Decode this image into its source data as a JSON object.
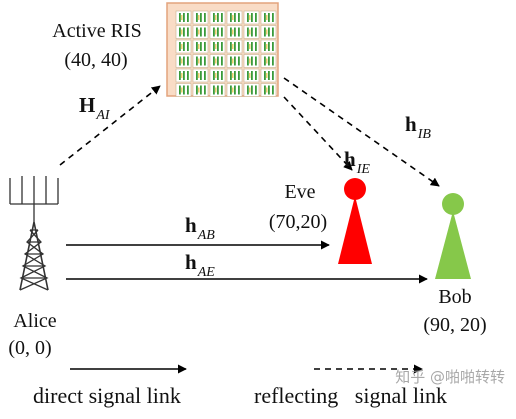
{
  "ris": {
    "label": "Active RIS",
    "coords": "(40, 40)",
    "rows": 6,
    "cols": 6,
    "fill": "#f9dcc6",
    "border": "#e3a37d"
  },
  "alice": {
    "label": "Alice",
    "coords": "(0, 0)"
  },
  "eve": {
    "label": "Eve",
    "coords": "(70,20)",
    "color": "#ff0000"
  },
  "bob": {
    "label": "Bob",
    "coords": "(90, 20)",
    "color": "#86c84a"
  },
  "channels": {
    "h_ai": {
      "main": "H",
      "sub": "AI"
    },
    "h_ib": {
      "main": "h",
      "sub": "IB"
    },
    "h_ie": {
      "main": "h",
      "sub": "IE"
    },
    "h_ab": {
      "main": "h",
      "sub": "AB"
    },
    "h_ae": {
      "main": "h",
      "sub": "AE"
    }
  },
  "legend": {
    "direct": "direct signal link",
    "reflecting": "reflecting   signal link"
  },
  "watermark": "知乎 @啪啪转转"
}
